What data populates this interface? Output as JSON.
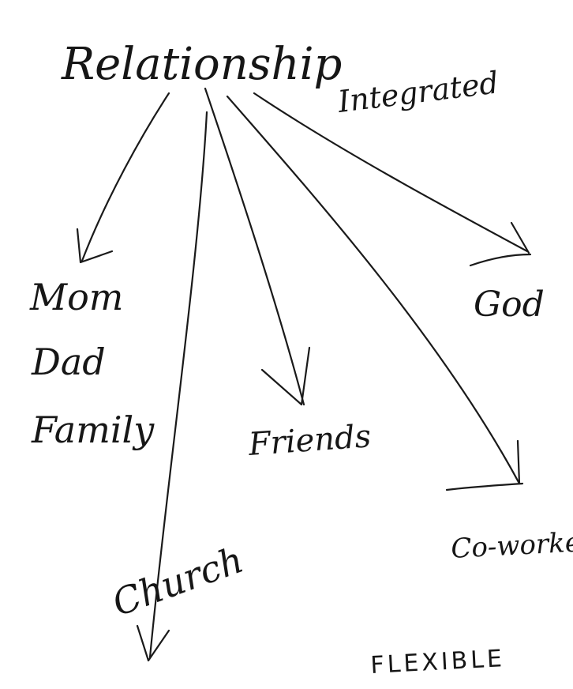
{
  "diagram": {
    "root": "Relationship",
    "annotation": "Integrated",
    "footer": "FLEXIBLE",
    "branches": {
      "family": {
        "lines": [
          "Mom",
          "Dad",
          "Family"
        ]
      },
      "church": "Church",
      "friends": "Friends",
      "coworkers": "Co-workers",
      "god": "God"
    }
  },
  "colors": {
    "ink": "#161616",
    "paper": "#ffffff"
  }
}
